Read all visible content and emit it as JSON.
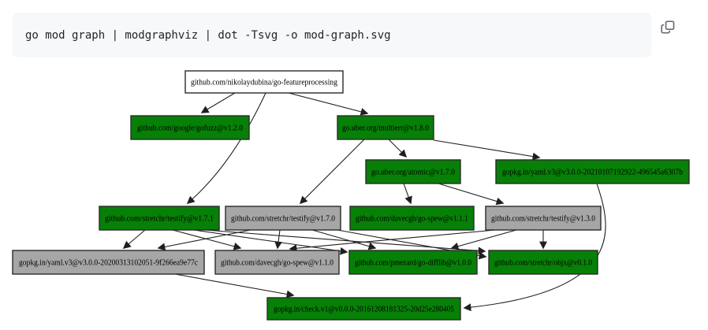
{
  "terminal": {
    "command": "go mod graph | modgraphviz | dot -Tsvg -o mod-graph.svg",
    "copy_button_label": "Copy command"
  },
  "colors": {
    "green": "#078007",
    "gray": "#a6a6a6",
    "white": "#ffffff",
    "code_background": "#f6f8fa",
    "edge": "#1f1f1f"
  },
  "graph": {
    "nodes": [
      {
        "id": "feature",
        "label": "github.com/nikolaydubina/go-featureprocessing",
        "color": "#ffffff"
      },
      {
        "id": "gofuzz",
        "label": "github.com/google/gofuzz@v1.2.0",
        "color": "#078007"
      },
      {
        "id": "multierr",
        "label": "go.uber.org/multierr@v1.8.0",
        "color": "#078007"
      },
      {
        "id": "atomic",
        "label": "go.uber.org/atomic@v1.7.0",
        "color": "#078007"
      },
      {
        "id": "yaml2021",
        "label": "gopkg.in/yaml.v3@v3.0.0-20210107192922-496545a6307b",
        "color": "#078007"
      },
      {
        "id": "testify171",
        "label": "github.com/stretchr/testify@v1.7.1",
        "color": "#078007"
      },
      {
        "id": "testify170",
        "label": "github.com/stretchr/testify@v1.7.0",
        "color": "#a6a6a6"
      },
      {
        "id": "gospew111",
        "label": "github.com/davecgh/go-spew@v1.1.1",
        "color": "#078007"
      },
      {
        "id": "testify130",
        "label": "github.com/stretchr/testify@v1.3.0",
        "color": "#a6a6a6"
      },
      {
        "id": "yaml2020",
        "label": "gopkg.in/yaml.v3@v3.0.0-20200313102051-9f266ea9e77c",
        "color": "#a6a6a6"
      },
      {
        "id": "gospew110",
        "label": "github.com/davecgh/go-spew@v1.1.0",
        "color": "#a6a6a6"
      },
      {
        "id": "godifflib",
        "label": "github.com/pmezard/go-difflib@v1.0.0",
        "color": "#078007"
      },
      {
        "id": "objx",
        "label": "github.com/stretchr/objx@v0.1.0",
        "color": "#078007"
      },
      {
        "id": "checkv1",
        "label": "gopkg.in/check.v1@v0.0.0-20161208181325-20d25e280405",
        "color": "#078007"
      }
    ],
    "edges": [
      "feature->gofuzz",
      "feature->multierr",
      "feature->testify171",
      "multierr->atomic",
      "multierr->testify170",
      "multierr->yaml2021",
      "atomic->gospew111",
      "atomic->testify130",
      "yaml2021->checkv1",
      "testify171->yaml2020",
      "testify171->gospew110",
      "testify171->godifflib",
      "testify171->objx",
      "testify170->yaml2020",
      "testify170->gospew110",
      "testify170->godifflib",
      "testify170->objx",
      "testify130->gospew110",
      "testify130->godifflib",
      "testify130->objx",
      "yaml2020->checkv1"
    ]
  }
}
